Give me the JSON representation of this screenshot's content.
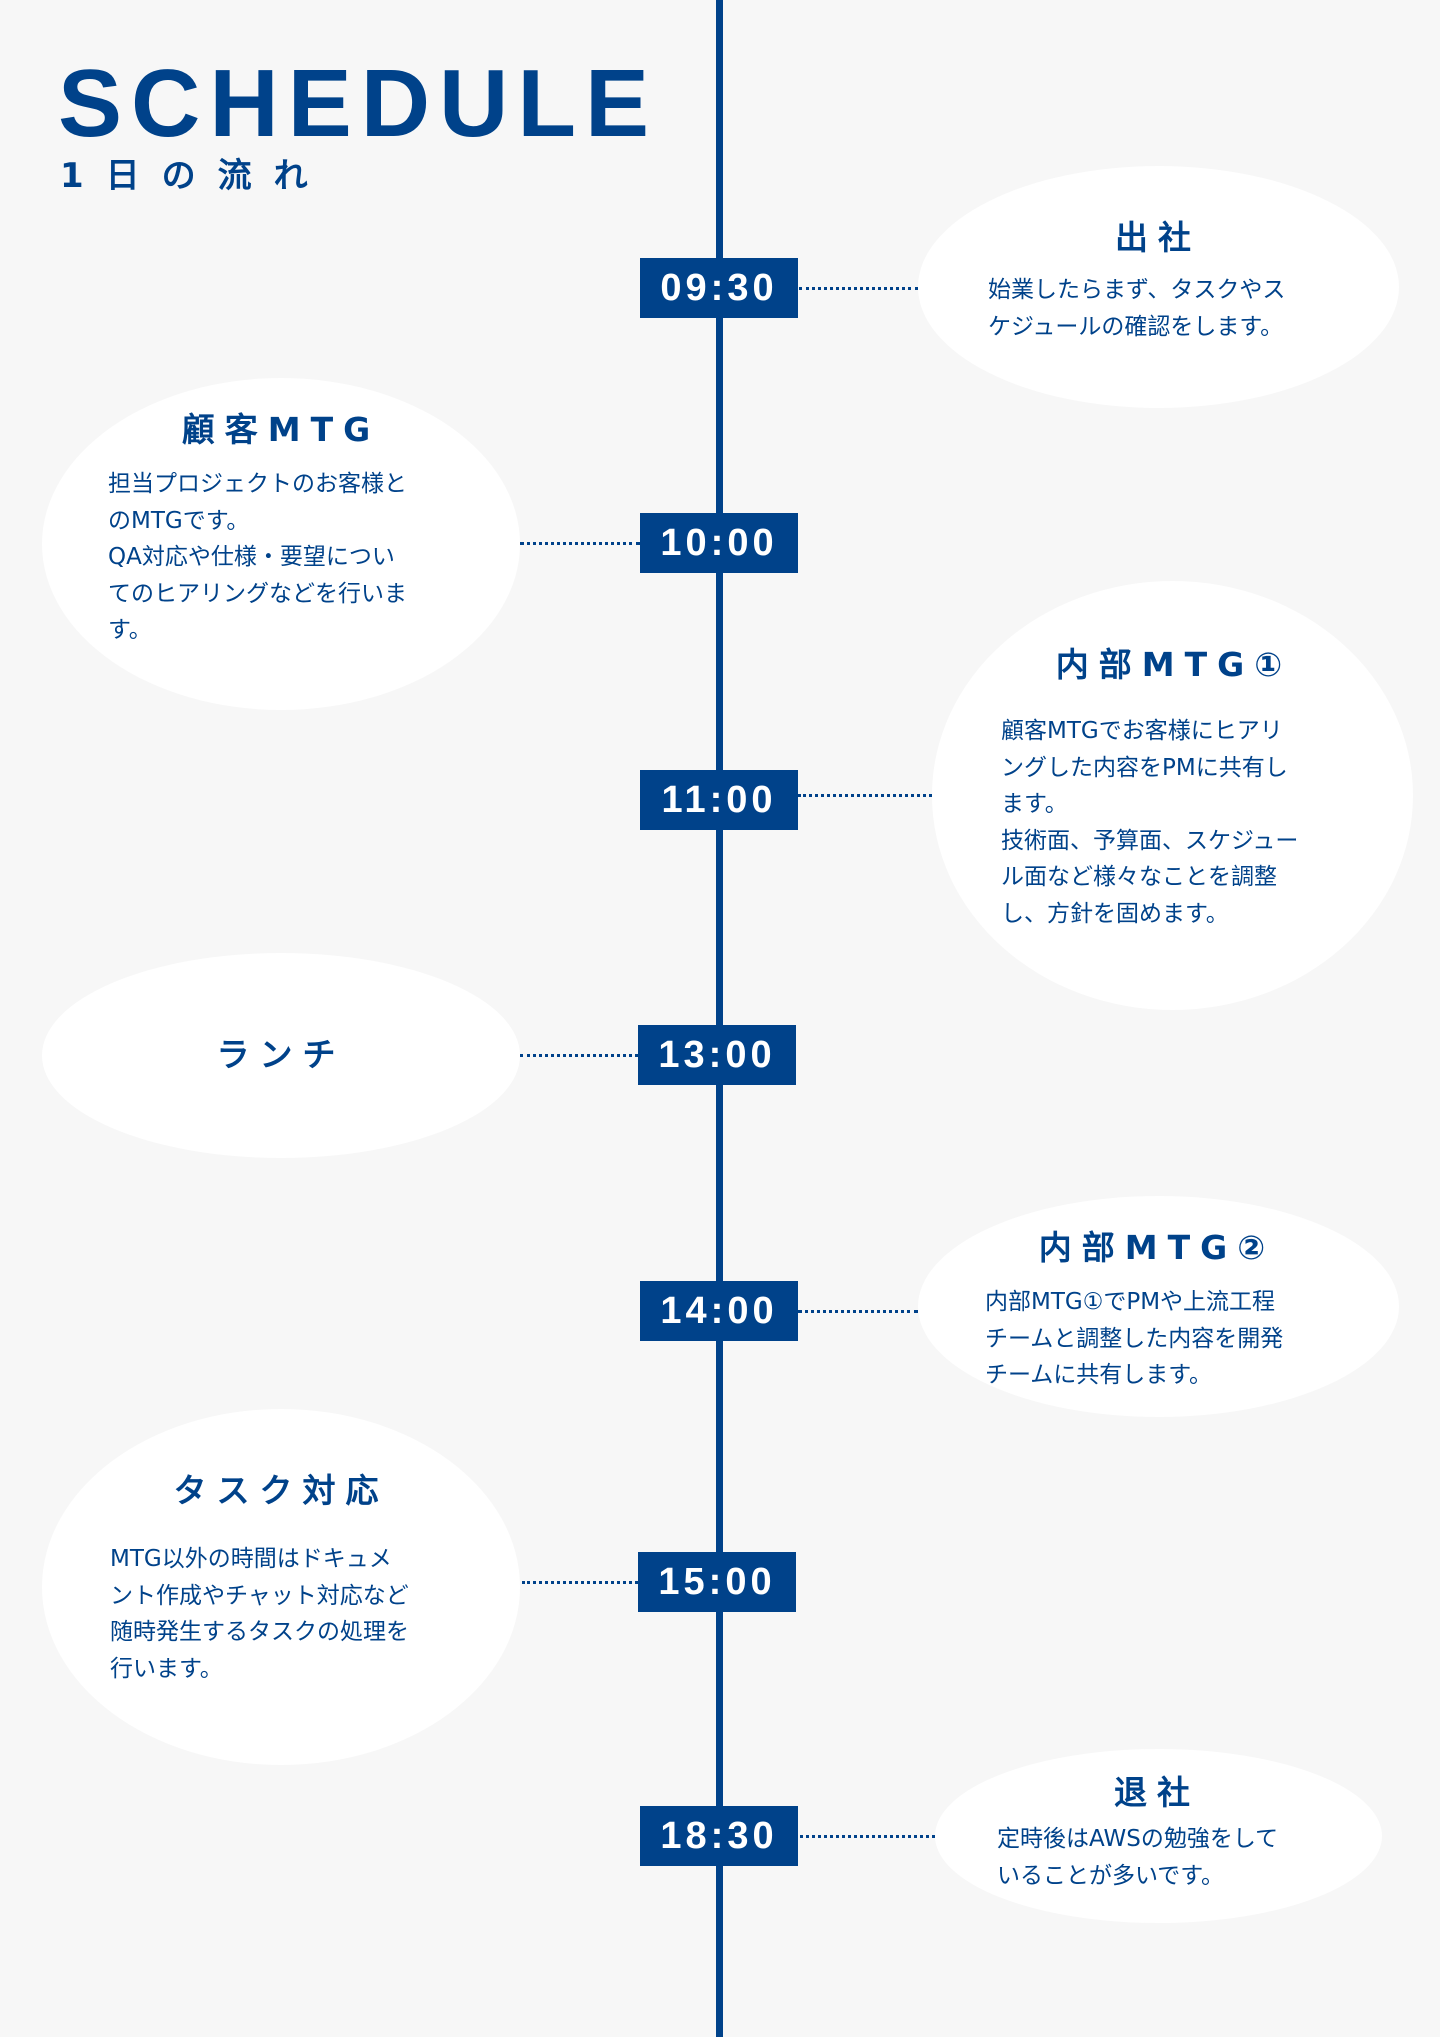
{
  "header": {
    "title": "SCHEDULE",
    "subtitle": "1日の流れ"
  },
  "colors": {
    "accent": "#00428a",
    "background": "#f7f7f7",
    "bubble": "#ffffff"
  },
  "events": [
    {
      "time": "09:30",
      "title": "出社",
      "lines": [
        "始業したらまず、タスクやス",
        "ケジュールの確認をします。"
      ]
    },
    {
      "time": "10:00",
      "title": "顧客MTG",
      "lines": [
        "担当プロジェクトのお客様と",
        "のMTGです。",
        "QA対応や仕様・要望につい",
        "てのヒアリングなどを行いま",
        "す。"
      ]
    },
    {
      "time": "11:00",
      "title": "内部MTG①",
      "lines": [
        "顧客MTGでお客様にヒアリ",
        "ングした内容をPMに共有し",
        "ます。",
        "技術面、予算面、スケジュー",
        "ル面など様々なことを調整",
        "し、方針を固めます。"
      ]
    },
    {
      "time": "13:00",
      "title": "ランチ",
      "lines": []
    },
    {
      "time": "14:00",
      "title": "内部MTG②",
      "lines": [
        "内部MTG①でPMや上流工程",
        "チームと調整した内容を開発",
        "チームに共有します。"
      ]
    },
    {
      "time": "15:00",
      "title": "タスク対応",
      "lines": [
        "MTG以外の時間はドキュメ",
        "ント作成やチャット対応など",
        "随時発生するタスクの処理を",
        "行います。"
      ]
    },
    {
      "time": "18:30",
      "title": "退社",
      "lines": [
        "定時後はAWSの勉強をして",
        "いることが多いです。"
      ]
    }
  ]
}
